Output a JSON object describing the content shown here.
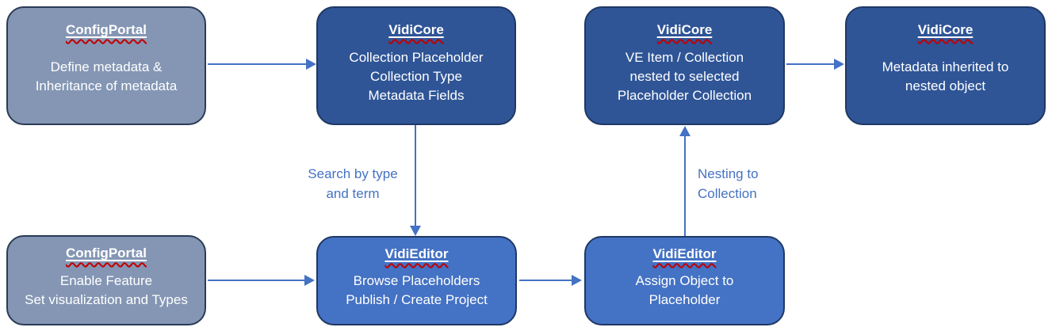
{
  "diagram": {
    "colors": {
      "gray_box_fill": "#8496B4",
      "dark_blue_fill": "#2F5597",
      "medium_blue_fill": "#4472C4",
      "box_border": "#1F3864",
      "arrow": "#4472C4",
      "edge_label_text": "#4472C4",
      "box_text": "#FFFFFF",
      "spellcheck_squiggle": "#C00000"
    },
    "boxes": [
      {
        "id": "configportal-define",
        "title": "ConfigPortal",
        "lines": [
          "Define metadata &",
          "Inheritance of metadata"
        ]
      },
      {
        "id": "vidicore-collection-placeholder",
        "title": "VidiCore",
        "lines": [
          "Collection Placeholder",
          "Collection Type",
          "Metadata Fields"
        ]
      },
      {
        "id": "vidicore-nested",
        "title": "VidiCore",
        "lines": [
          "VE Item / Collection",
          "nested to selected",
          "Placeholder Collection"
        ]
      },
      {
        "id": "vidicore-inherited",
        "title": "VidiCore",
        "lines": [
          "Metadata inherited to",
          "nested object"
        ]
      },
      {
        "id": "configportal-enable",
        "title": "ConfigPortal",
        "lines": [
          "Enable Feature",
          "Set visualization and Types"
        ]
      },
      {
        "id": "vidieditor-browse",
        "title": "VidiEditor",
        "lines": [
          "Browse Placeholders",
          "Publish / Create Project"
        ]
      },
      {
        "id": "vidieditor-assign",
        "title": "VidiEditor",
        "lines": [
          "Assign Object to",
          "Placeholder"
        ]
      }
    ],
    "edge_labels": [
      {
        "id": "search",
        "lines": [
          "Search by type",
          "and term"
        ]
      },
      {
        "id": "nesting",
        "lines": [
          "Nesting to",
          "Collection"
        ]
      }
    ]
  }
}
